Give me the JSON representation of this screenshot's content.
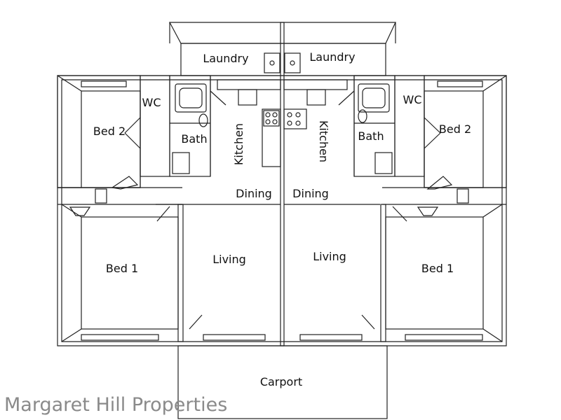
{
  "watermark": "Margaret Hill Properties",
  "colors": {
    "line": "#222222",
    "watermark": "#8a8a8a",
    "background": "#ffffff"
  },
  "rooms": {
    "laundry_left": "Laundry",
    "laundry_right": "Laundry",
    "wc_left": "WC",
    "wc_right": "WC",
    "bath_left": "Bath",
    "bath_right": "Bath",
    "kitchen_left": "Kitchen",
    "kitchen_right": "Kitchen",
    "bed2_left": "Bed 2",
    "bed2_right": "Bed 2",
    "dining_left": "Dining",
    "dining_right": "Dining",
    "living_left": "Living",
    "living_right": "Living",
    "bed1_left": "Bed 1",
    "bed1_right": "Bed 1",
    "carport": "Carport"
  }
}
